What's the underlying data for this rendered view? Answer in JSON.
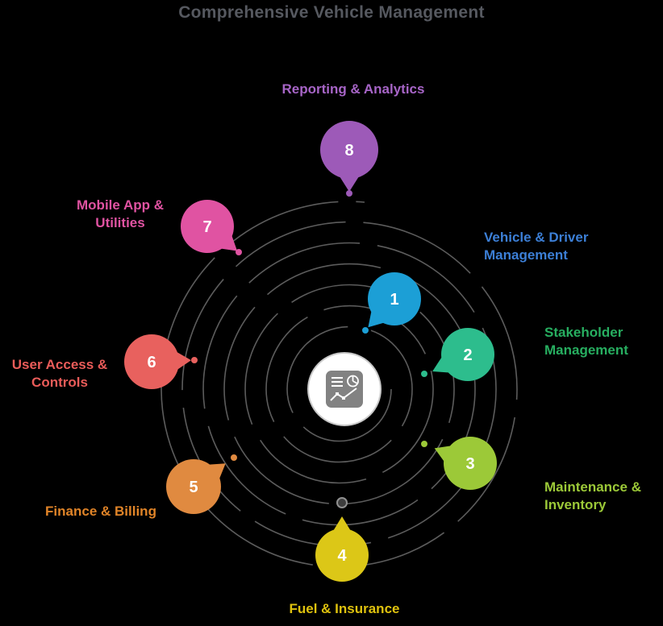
{
  "title": "Comprehensive Vehicle Management",
  "title_color": "#565960",
  "spiral_color": "#5c5c5c",
  "center": {
    "icon": "report-chart-icon",
    "circle_fill": "#ffffff",
    "circle_border": "#c9c9c9",
    "icon_color": "#828282"
  },
  "items": [
    {
      "number": "1",
      "label": "Vehicle & Driver Management",
      "color": "#1c9fd6",
      "label_color": "#3c7fd6",
      "dot_color": "#1c9fd6"
    },
    {
      "number": "2",
      "label": "Stakeholder Management",
      "color": "#2dbd8d",
      "label_color": "#27ae60",
      "dot_color": "#2dbd8d"
    },
    {
      "number": "3",
      "label": "Maintenance & Inventory",
      "color": "#9cc938",
      "label_color": "#9cc938",
      "dot_color": "#9cc938"
    },
    {
      "number": "4",
      "label": "Fuel & Insurance",
      "color": "#dcc717",
      "label_color": "#dfc20e",
      "dot_color": "#3d3d3d"
    },
    {
      "number": "5",
      "label": "Finance & Billing",
      "color": "#e08a40",
      "label_color": "#e08428",
      "dot_color": "#e08a40"
    },
    {
      "number": "6",
      "label": "User Access & Controls",
      "color": "#e8615e",
      "label_color": "#ea5c59",
      "dot_color": "#e8615e"
    },
    {
      "number": "7",
      "label": "Mobile App & Utilities",
      "color": "#e053a2",
      "label_color": "#e053a2",
      "dot_color": "#e053a2"
    },
    {
      "number": "8",
      "label": "Reporting & Analytics",
      "color": "#9d5ab8",
      "label_color": "#a765c7",
      "dot_color": "#9d5ab8"
    }
  ]
}
